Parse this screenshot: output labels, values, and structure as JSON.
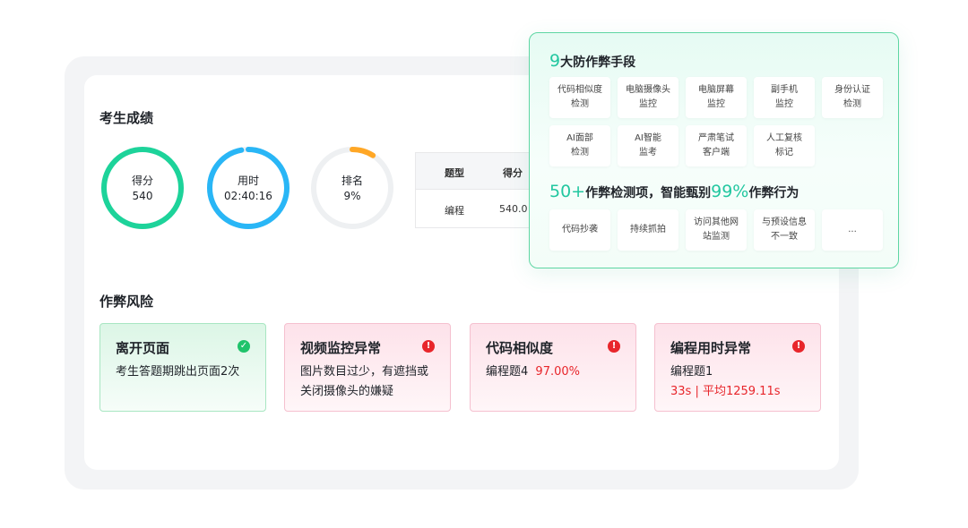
{
  "score_section": {
    "title": "考生成绩",
    "gauges": [
      {
        "label": "得分",
        "value": "540",
        "color": "#1dd39a",
        "fill": 1.0
      },
      {
        "label": "用时",
        "value": "02:40:16",
        "color": "#29b6f6",
        "fill": 0.97
      },
      {
        "label": "排名",
        "value": "9%",
        "color": "#ffa726",
        "fill": 0.09
      }
    ],
    "table": {
      "headers": [
        "题型",
        "得分"
      ],
      "rows": [
        [
          "编程",
          "540.0"
        ]
      ]
    }
  },
  "risk_section": {
    "title": "作弊风险",
    "cards": [
      {
        "title": "离开页面",
        "status": "ok",
        "icon": "check-icon",
        "line1": "考生答题期跳出页面2次",
        "line2": ""
      },
      {
        "title": "视频监控异常",
        "status": "warn",
        "icon": "alert-icon",
        "line1": "图片数目过少，有遮挡或",
        "line2": "关闭摄像头的嫌疑"
      },
      {
        "title": "代码相似度",
        "status": "warn",
        "icon": "alert-icon",
        "line1": "编程题4",
        "line1_highlight": "97.00%",
        "line2": ""
      },
      {
        "title": "编程用时异常",
        "status": "warn",
        "icon": "alert-icon",
        "line1": "编程题1",
        "line2_highlight": "33s | 平均1259.11s"
      }
    ]
  },
  "panel": {
    "head1_num": "9",
    "head1_text": "大防作弊手段",
    "methods": [
      [
        "代码相似度",
        "检测"
      ],
      [
        "电脑摄像头",
        "监控"
      ],
      [
        "电脑屏幕",
        "监控"
      ],
      [
        "副手机",
        "监控"
      ],
      [
        "身份认证",
        "检测"
      ],
      [
        "AI面部",
        "检测"
      ],
      [
        "AI智能",
        "监考"
      ],
      [
        "严肃笔试",
        "客户端"
      ],
      [
        "人工复核",
        "标记"
      ]
    ],
    "head2_num1": "50+",
    "head2_text1": "作弊检测项，智能甄别",
    "head2_num2": "99%",
    "head2_text2": "作弊行为",
    "detections": [
      [
        "代码抄袭"
      ],
      [
        "持续抓拍"
      ],
      [
        "访问其他网",
        "站监测"
      ],
      [
        "与预设信息",
        "不一致"
      ],
      [
        "..."
      ]
    ],
    "accent_color": "#22c7a0"
  }
}
